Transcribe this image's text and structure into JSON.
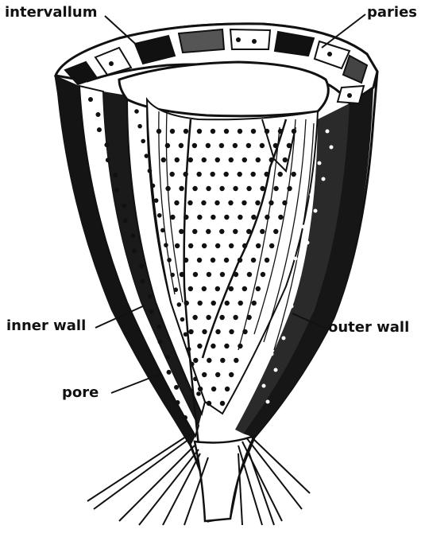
{
  "labels": {
    "intervallum": "intervallum",
    "paries": "paries",
    "inner_wall": "inner wall",
    "outer_wall": "outer wall",
    "pore": "pore"
  },
  "colors": {
    "ink": "#111111",
    "paper": "#ffffff"
  }
}
